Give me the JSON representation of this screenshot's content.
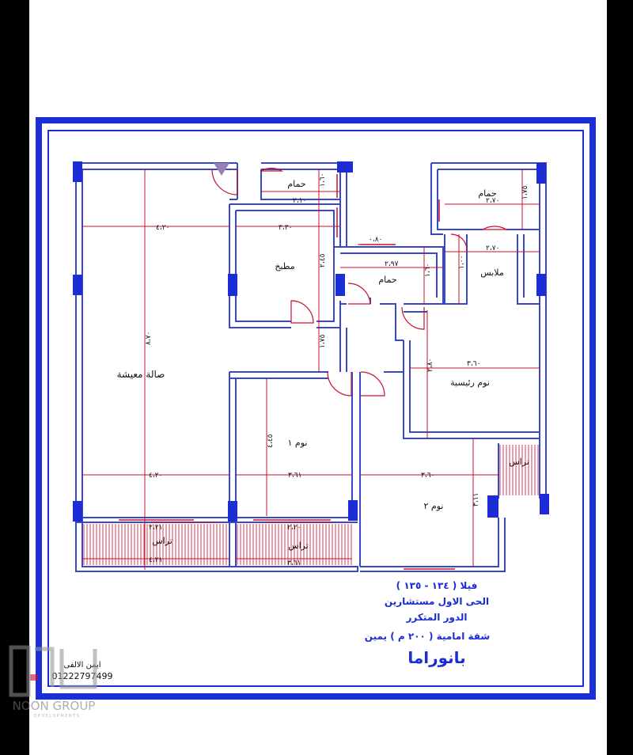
{
  "rooms": {
    "living": "صالة معيشة",
    "kitchen": "مطبخ",
    "bath_top": "حمام",
    "bath_mid": "حمام",
    "bath_right": "حمام",
    "dressing": "ملابس",
    "master_bed": "نوم رئيسية",
    "bed1": "نوم ١",
    "bed2": "نوم ٢",
    "terrace_right": "تراس",
    "terrace_left": "تراس",
    "terrace_mid": "تراس"
  },
  "dimensions": {
    "d_living_top": "٤،٢٠",
    "d_kitchen_top": "٣،٣٠",
    "d_bath_top_w": "٢،١٠",
    "d_bath_top_h": "١،٦٠",
    "d_kitchen_h": "٢،٤٥",
    "d_living_h": "٨،٧٠",
    "d_corridor": "١،٧٥",
    "d_window_mid": "٠،٨٠",
    "d_bath_mid_w": "٢،٩٧",
    "d_bath_mid_h": "١،٦٠",
    "d_bath_right_w": "٢،٧٠",
    "d_bath_right_h": "١،٧٥",
    "d_dressing_w": "٢،٧٠",
    "d_dressing_h": "١،٠٠",
    "d_master_w": "٣،٦٠",
    "d_master_h": "٢،٨٠",
    "d_bed1_h": "٤،٤٥",
    "d_living_bottom": "٤،٢٠",
    "d_bed1_w": "٣،٦١",
    "d_bed2_w": "٣،٦٠",
    "d_bed2_h": "٣،١١",
    "d_terrace_left_top": "٢،٢١",
    "d_terrace_left_bottom": "٤،٢١",
    "d_terrace_mid_top": "٢،٢٠",
    "d_terrace_mid_bottom": "٣،٦١"
  },
  "title_block": {
    "line1": "فيلا ( ١٣٤ - ١٣٥ )",
    "line2": "الحى الاول مستشارين",
    "line3": "الدور المتكرر",
    "line4": "شقة امامية ( ٢٠٠ م ) يمين",
    "line5": "بانوراما"
  },
  "designer": {
    "name": "ايمن الالفى",
    "phone": "01222797499"
  },
  "brand": {
    "name": "NOON GROUP",
    "tagline": "DEVELOPMENTS"
  },
  "colors": {
    "frame_blue": "#1a2fd8",
    "wall_blue": "#3948c8",
    "dim_red": "#c8102e",
    "title_blue": "#1b2bd6",
    "column_blue": "#1c2dd6"
  }
}
